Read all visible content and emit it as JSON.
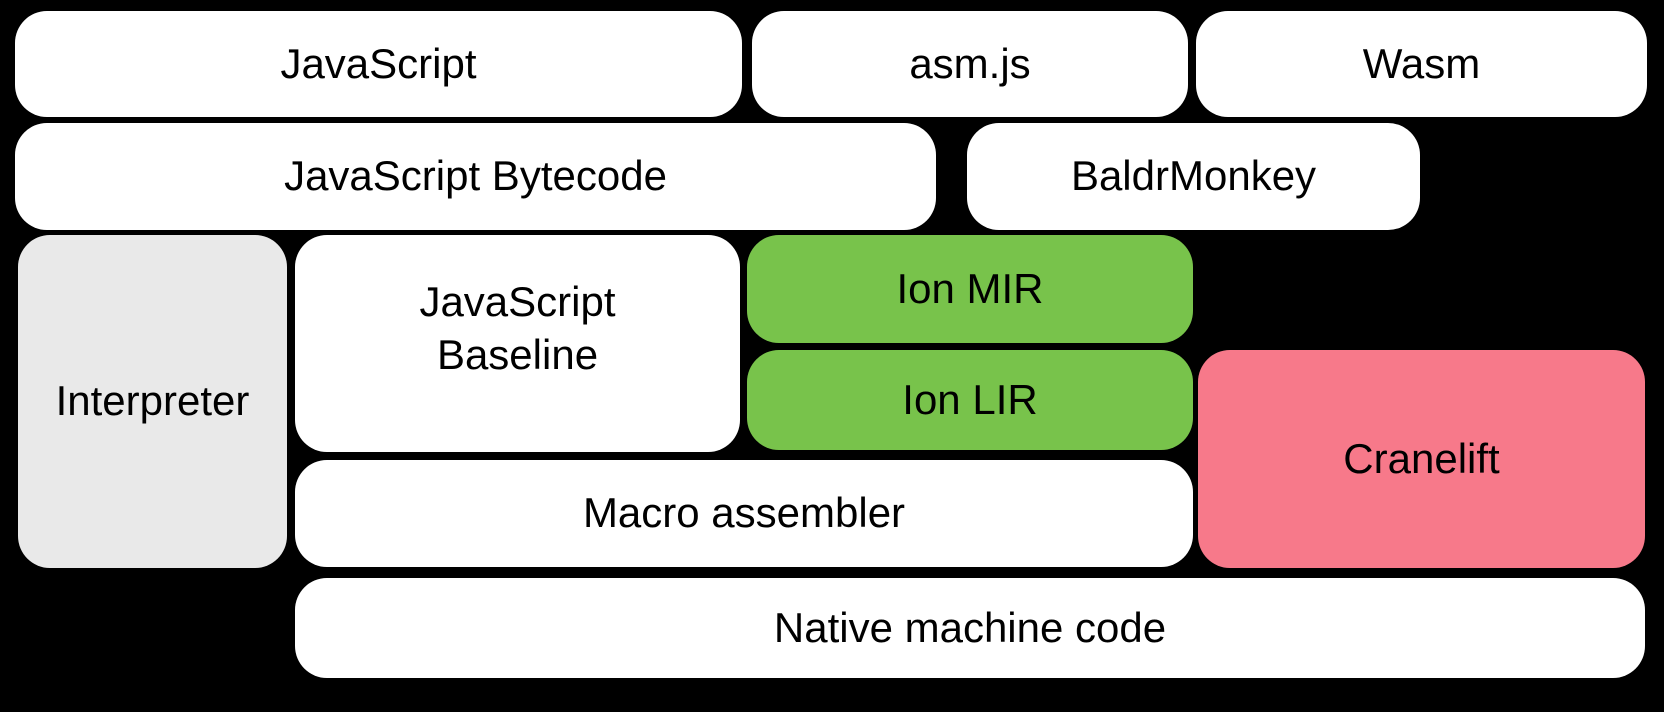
{
  "canvas": {
    "background": "#000000"
  },
  "colors": {
    "box_white": "#ffffff",
    "box_gray": "#e9e9e9",
    "box_green": "#78c34b",
    "box_pink": "#f7798a",
    "label_text": "#000000"
  },
  "boxes": [
    {
      "id": "javascript",
      "label": "JavaScript",
      "color": "box_white"
    },
    {
      "id": "asmjs",
      "label": "asm.js",
      "color": "box_white"
    },
    {
      "id": "wasm",
      "label": "Wasm",
      "color": "box_white"
    },
    {
      "id": "javascript-bytecode",
      "label": "JavaScript Bytecode",
      "color": "box_white"
    },
    {
      "id": "baldrmonkey",
      "label": "BaldrMonkey",
      "color": "box_white"
    },
    {
      "id": "interpreter",
      "label": "Interpreter",
      "color": "box_gray"
    },
    {
      "id": "javascript-baseline",
      "label": "JavaScript\nBaseline",
      "color": "box_white"
    },
    {
      "id": "ion-mir",
      "label": "Ion MIR",
      "color": "box_green"
    },
    {
      "id": "ion-lir",
      "label": "Ion LIR",
      "color": "box_green"
    },
    {
      "id": "cranelift",
      "label": "Cranelift",
      "color": "box_pink"
    },
    {
      "id": "macro-assembler",
      "label": "Macro assembler",
      "color": "box_white"
    },
    {
      "id": "native-machine-code",
      "label": "Native machine code",
      "color": "box_white"
    }
  ]
}
